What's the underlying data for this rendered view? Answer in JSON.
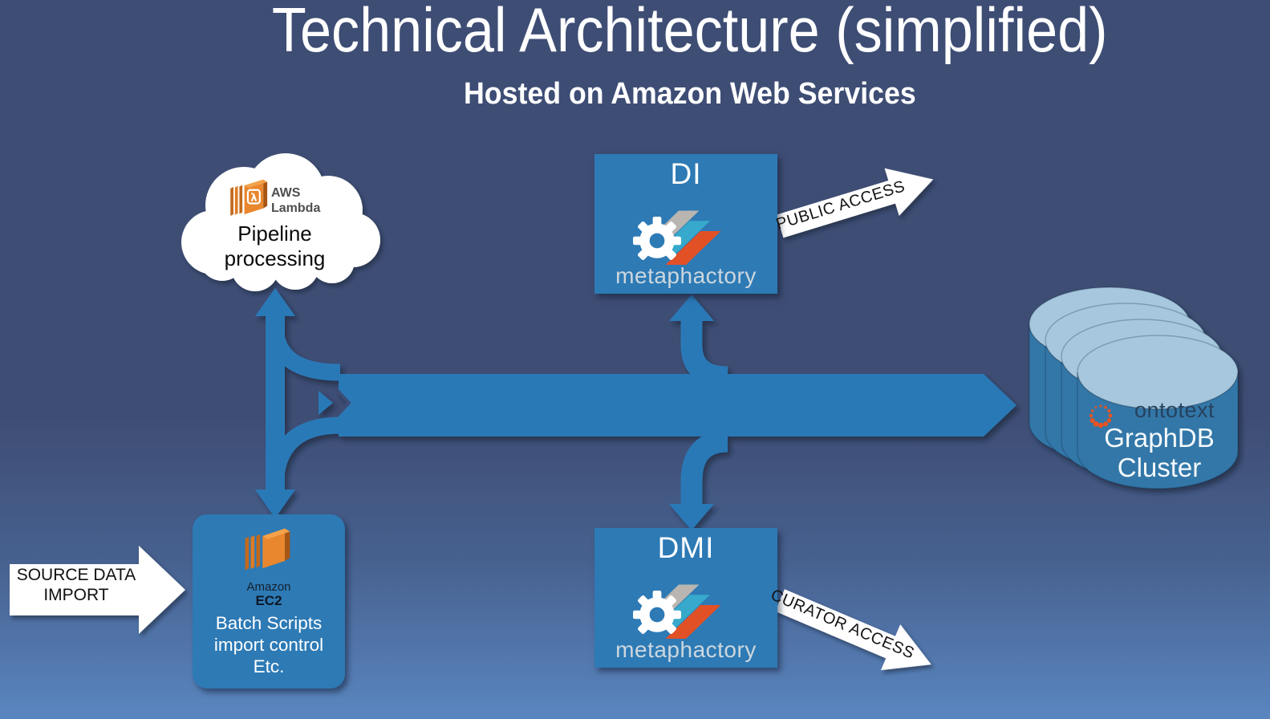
{
  "title": "Technical Architecture (simplified)",
  "subtitle": "Hosted on Amazon Web Services",
  "cloud": {
    "aws_label_line1": "AWS",
    "aws_label_line2": "Lambda",
    "lambda_glyph": "λ",
    "line1": "Pipeline",
    "line2": "processing"
  },
  "di_node": {
    "title": "DI",
    "brand": "metaphactory"
  },
  "dmi_node": {
    "title": "DMI",
    "brand": "metaphactory"
  },
  "ec2_node": {
    "vendor": "Amazon",
    "product": "EC2",
    "line1": "Batch Scripts",
    "line2": "import control",
    "line3": "Etc."
  },
  "graphdb_node": {
    "brand": "ontotext",
    "line1": "GraphDB",
    "line2": "Cluster"
  },
  "arrows": {
    "public_access": "PUBLIC ACCESS",
    "curator_access": "CURATOR ACCESS",
    "source_line1": "SOURCE DATA",
    "source_line2": "IMPORT"
  },
  "colors": {
    "background_top": "#3e4d74",
    "background_bottom": "#5a86c0",
    "node_blue": "#2d7ab5",
    "arrow_blue": "#2b79b7",
    "cylinder_body": "#3377a8",
    "cylinder_top": "#a6c7dd",
    "aws_orange": "#e8872e",
    "metaphactory_gray": "#b9b5b0",
    "metaphactory_teal": "#36a9cc",
    "metaphactory_red": "#e25026",
    "ontotext_orange": "#e85321",
    "ontotext_text": "#26425f"
  }
}
